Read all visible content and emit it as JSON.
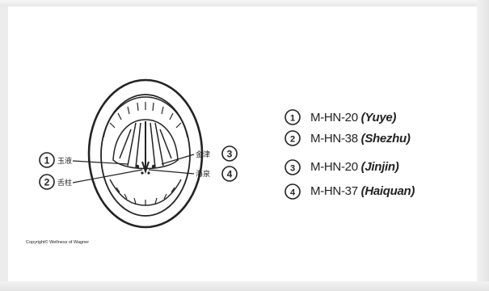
{
  "legend": [
    {
      "number": "1",
      "code": "M-HN-20",
      "name": "(Yuye)"
    },
    {
      "number": "2",
      "code": "M-HN-38",
      "name": "(Shezhu)"
    },
    {
      "number": "3",
      "code": "M-HN-20",
      "name": "(Jinjin)"
    },
    {
      "number": "4",
      "code": "M-HN-37",
      "name": "(Haiquan)"
    }
  ],
  "callouts": {
    "left": [
      {
        "number": "1",
        "text": "玉液"
      },
      {
        "number": "2",
        "text": "舌柱"
      }
    ],
    "right": [
      {
        "number": "3",
        "text": "金津"
      },
      {
        "number": "4",
        "text": "海泉"
      }
    ]
  },
  "copyright": "Copyright© Wellness of Wagner"
}
